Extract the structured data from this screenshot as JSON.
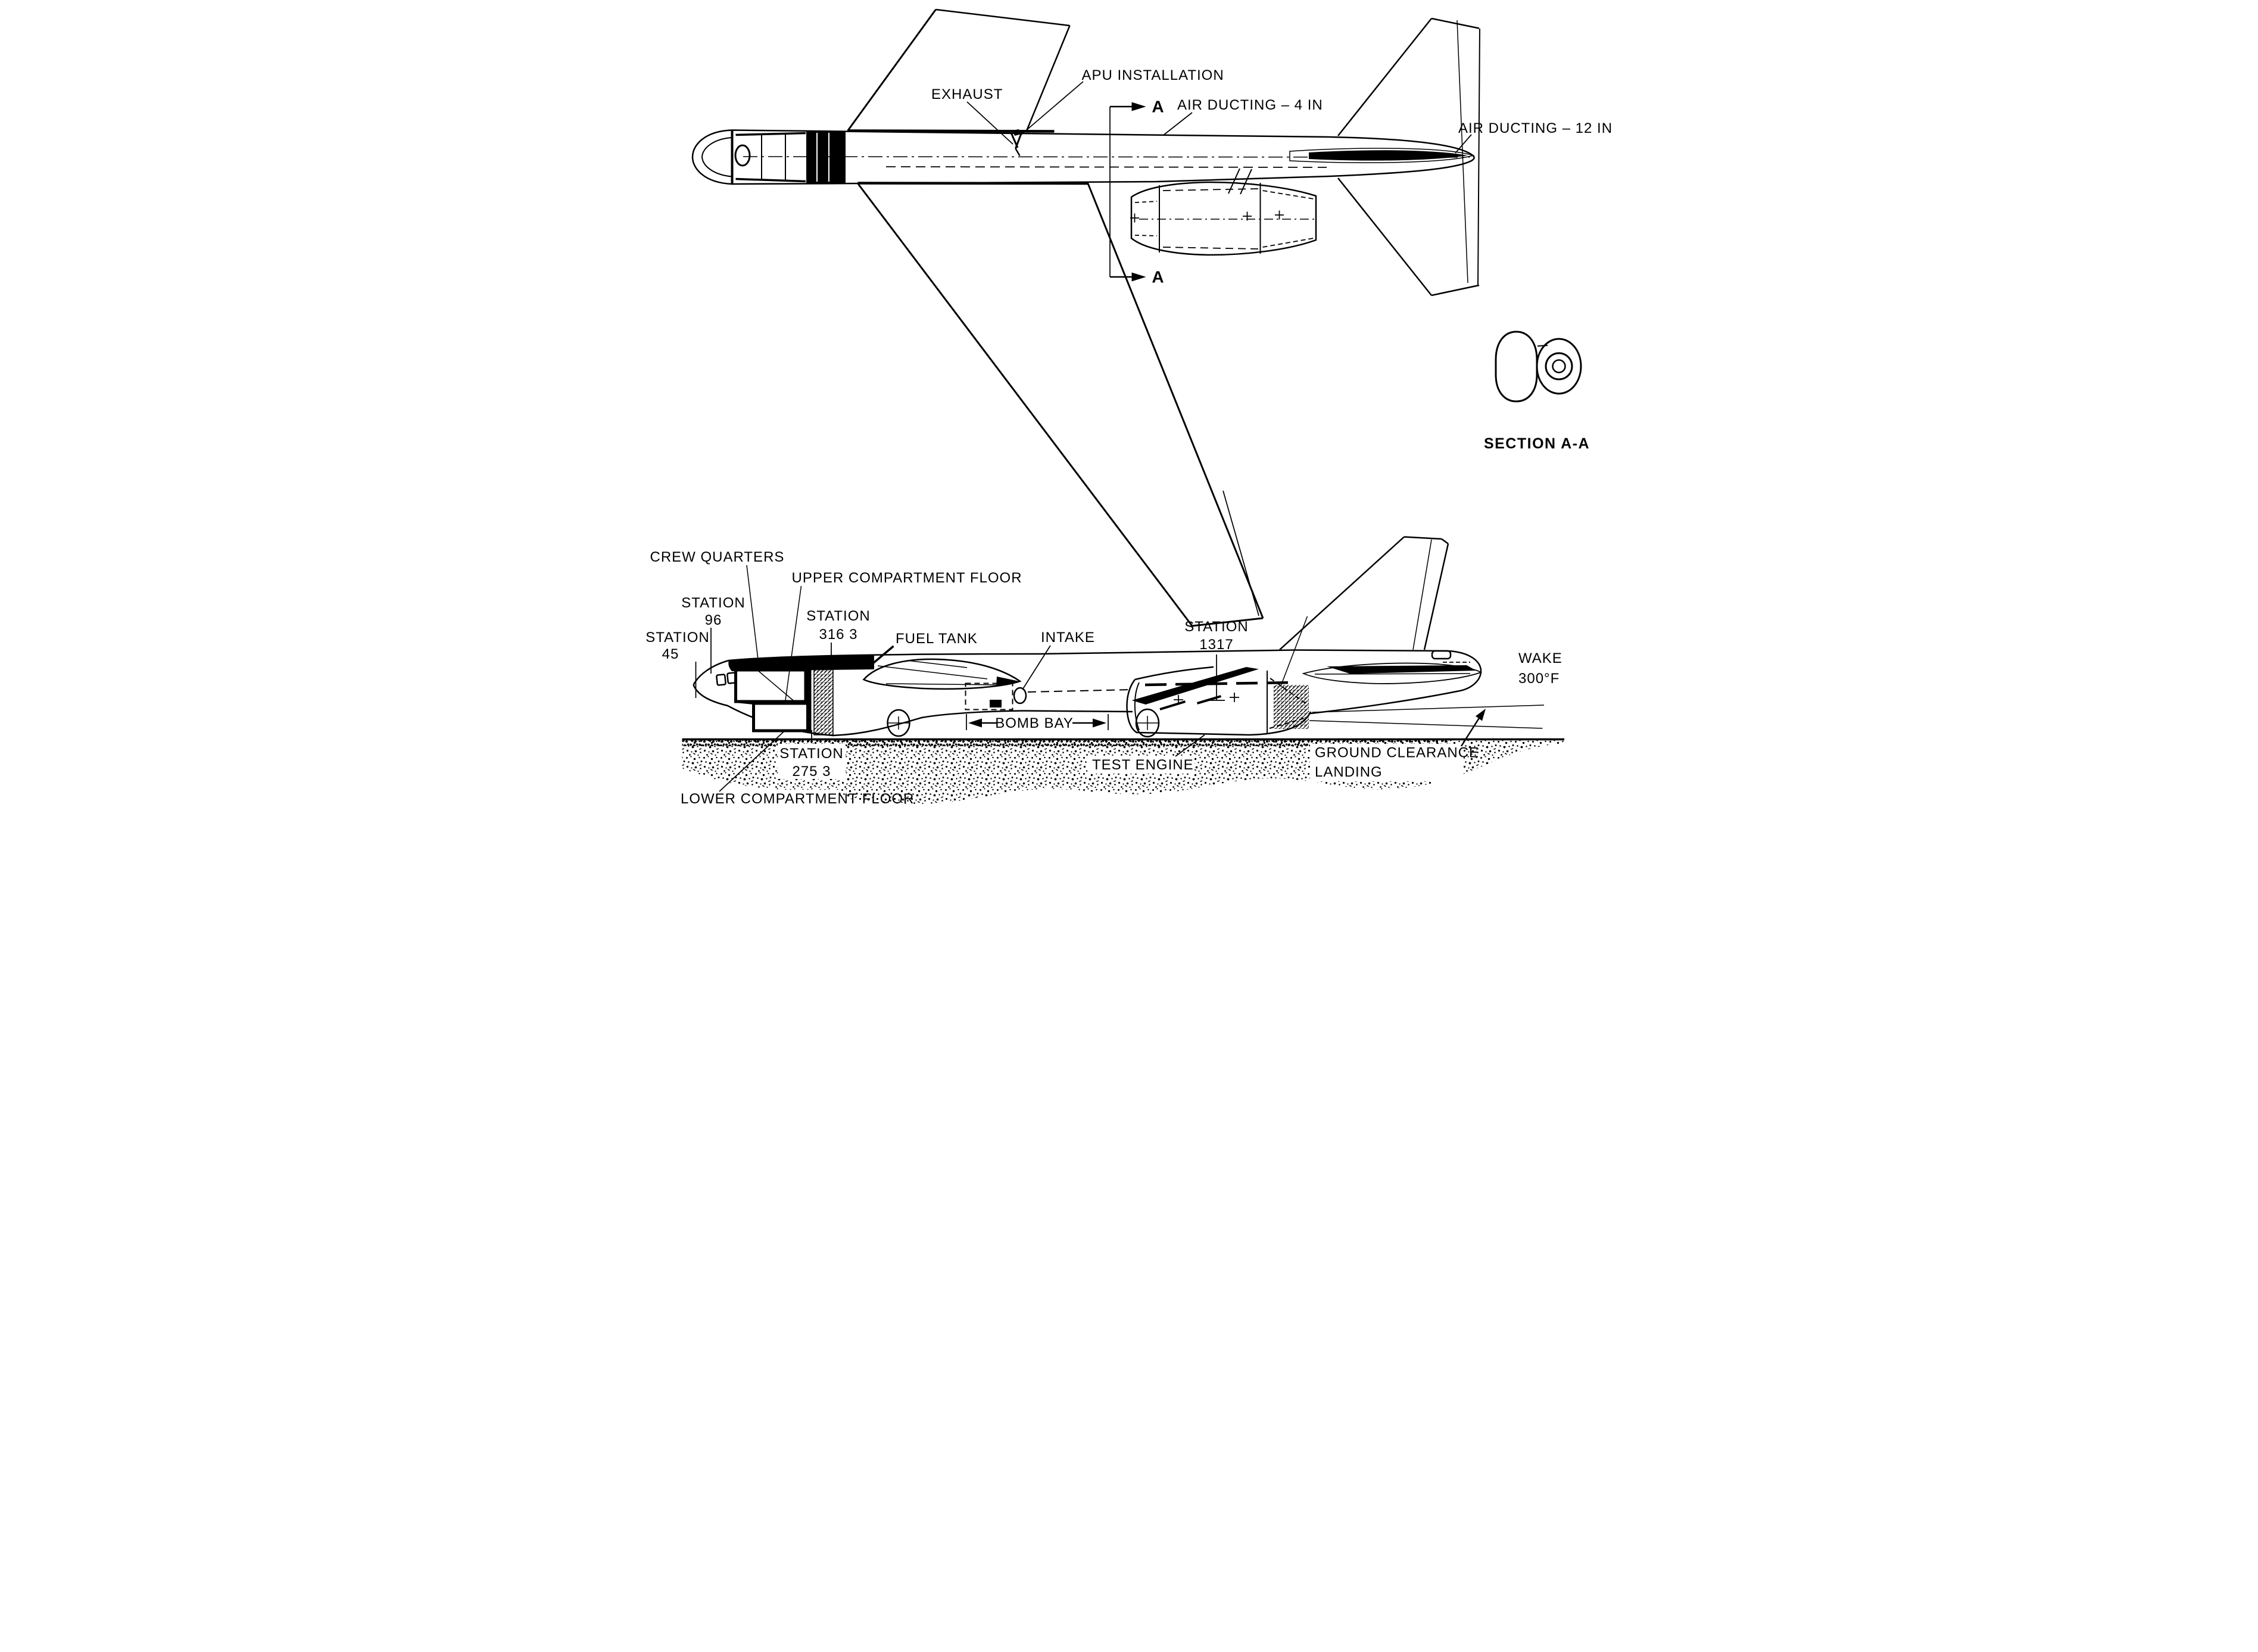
{
  "colors": {
    "background": "#ffffff",
    "ink": "#000000"
  },
  "top_view": {
    "exhaust": "EXHAUST",
    "apu": "APU INSTALLATION",
    "air_ducting_4": "AIR DUCTING – 4 IN",
    "air_ducting_12": "AIR DUCTING – 12 IN",
    "section_cut_top": "A",
    "section_cut_bottom": "A"
  },
  "section_inset": {
    "caption": "SECTION A-A"
  },
  "side_view": {
    "crew_quarters": "CREW QUARTERS",
    "upper_compartment_floor": "UPPER COMPARTMENT FLOOR",
    "lower_compartment_floor": "LOWER COMPARTMENT FLOOR",
    "fuel_tank": "FUEL TANK",
    "intake": "INTAKE",
    "bomb_bay": "BOMB BAY",
    "test_engine": "TEST ENGINE",
    "wake_line1": "WAKE",
    "wake_line2": "300°F",
    "ground_clearance_line1": "GROUND CLEARANCE",
    "ground_clearance_line2": "LANDING",
    "station_45": {
      "line1": "STATION",
      "line2": "45"
    },
    "station_96": {
      "line1": "STATION",
      "line2": "96"
    },
    "station_275_3": {
      "line1": "STATION",
      "line2": "275 3"
    },
    "station_316_3": {
      "line1": "STATION",
      "line2": "316 3"
    },
    "station_1317": {
      "line1": "STATION",
      "line2": "1317"
    }
  }
}
